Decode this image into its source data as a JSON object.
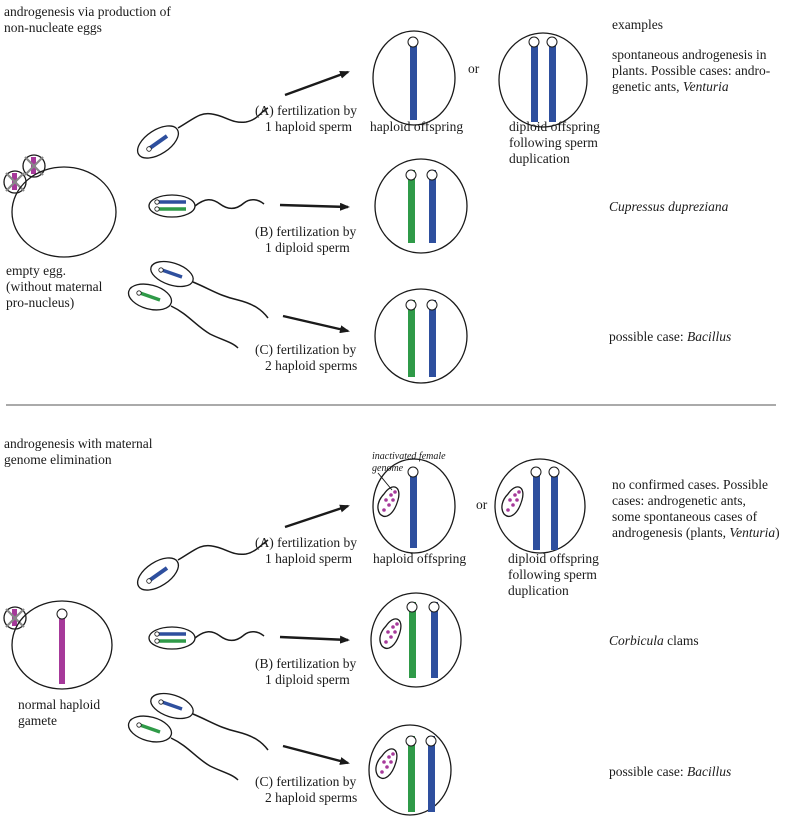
{
  "colors": {
    "blue": "#2e4f9e",
    "green": "#2f9a48",
    "magenta": "#a6399a",
    "gray_x": "#888888",
    "ink": "#1a1a1a"
  },
  "top": {
    "heading_line1": "androgenesis via production of",
    "heading_line2": "non-nucleate eggs",
    "examples_header": "examples",
    "egg_label_line1": "empty egg.",
    "egg_label_line2": "(without maternal",
    "egg_label_line3": "pro-nucleus)",
    "a_line1": "(A) fertilization by",
    "a_line2": "1 haploid sperm",
    "haploid_offspring": "haploid offspring",
    "or": "or",
    "diploid_line1": "diploid offspring",
    "diploid_line2": "following sperm",
    "diploid_line3": "duplication",
    "ex_a_line1": "spontaneous androgenesis in",
    "ex_a_line2": "plants. Possible cases: andro-",
    "ex_a_line3_pre": "genetic ants, ",
    "ex_a_line3_it": "Venturia",
    "b_line1": "(B) fertilization by",
    "b_line2": "1 diploid sperm",
    "ex_b": "Cupressus dupreziana",
    "c_line1": "(C) fertilization by",
    "c_line2": "2 haploid sperms",
    "ex_c_pre": "possible case: ",
    "ex_c_it": "Bacillus"
  },
  "bottom": {
    "heading_line1": "androgenesis with maternal",
    "heading_line2": "genome elimination",
    "inactivated_line1": "inactivated female",
    "inactivated_line2": "genome",
    "gamete_line1": "normal haploid",
    "gamete_line2": "gamete",
    "a_line1": "(A) fertilization by",
    "a_line2": "1 haploid sperm",
    "haploid_offspring": "haploid offspring",
    "or": "or",
    "diploid_line1": "diploid offspring",
    "diploid_line2": "following sperm",
    "diploid_line3": "duplication",
    "ex_a_line1": "no confirmed cases. Possible",
    "ex_a_line2": "cases: androgenetic ants,",
    "ex_a_line3": "some spontaneous cases of",
    "ex_a_line4_pre": "androgenesis (plants, ",
    "ex_a_line4_it": "Venturia",
    "ex_a_line4_post": ")",
    "b_line1": "(B) fertilization by",
    "b_line2": "1 diploid sperm",
    "ex_b_it": "Corbicula",
    "ex_b_post": " clams",
    "c_line1": "(C) fertilization by",
    "c_line2": "2 haploid sperms",
    "ex_c_pre": "possible case: ",
    "ex_c_it": "Bacillus"
  }
}
